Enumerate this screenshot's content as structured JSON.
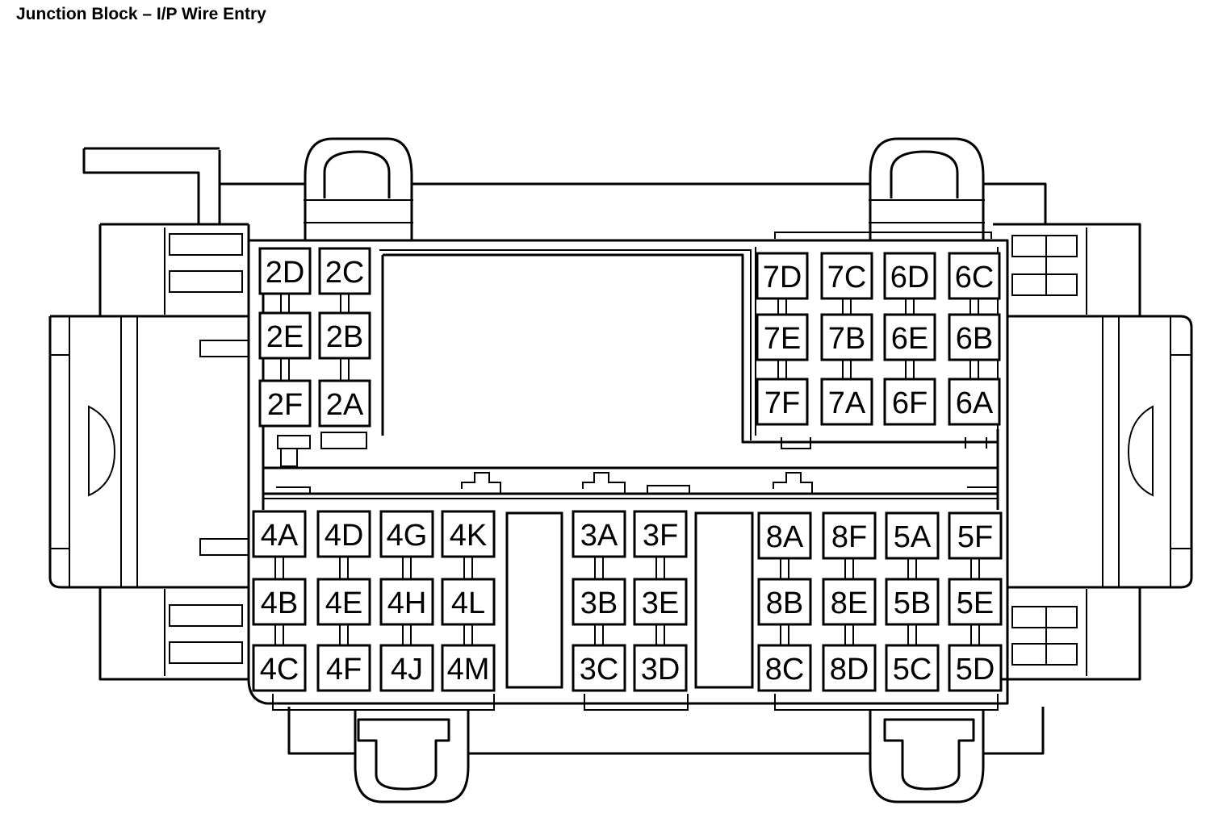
{
  "title": "Junction Block – I/P Wire Entry",
  "groups": [
    {
      "id": "2",
      "label": "cavity-group-2",
      "cols": [
        [
          "2D",
          "2E",
          "2F"
        ],
        [
          "2C",
          "2B",
          "2A"
        ]
      ]
    },
    {
      "id": "7-6",
      "label": "cavity-group-7-6",
      "cols": [
        [
          "7D",
          "7E",
          "7F"
        ],
        [
          "7C",
          "7B",
          "7A"
        ],
        [
          "6D",
          "6E",
          "6F"
        ],
        [
          "6C",
          "6B",
          "6A"
        ]
      ]
    },
    {
      "id": "4",
      "label": "cavity-group-4",
      "cols": [
        [
          "4A",
          "4B",
          "4C"
        ],
        [
          "4D",
          "4E",
          "4F"
        ],
        [
          "4G",
          "4H",
          "4J"
        ],
        [
          "4K",
          "4L",
          "4M"
        ]
      ]
    },
    {
      "id": "3",
      "label": "cavity-group-3",
      "cols": [
        [
          "3A",
          "3B",
          "3C"
        ],
        [
          "3F",
          "3E",
          "3D"
        ]
      ]
    },
    {
      "id": "8-5",
      "label": "cavity-group-8-5",
      "cols": [
        [
          "8A",
          "8B",
          "8C"
        ],
        [
          "8F",
          "8E",
          "8D"
        ],
        [
          "5A",
          "5B",
          "5C"
        ],
        [
          "5F",
          "5E",
          "5D"
        ]
      ]
    }
  ]
}
